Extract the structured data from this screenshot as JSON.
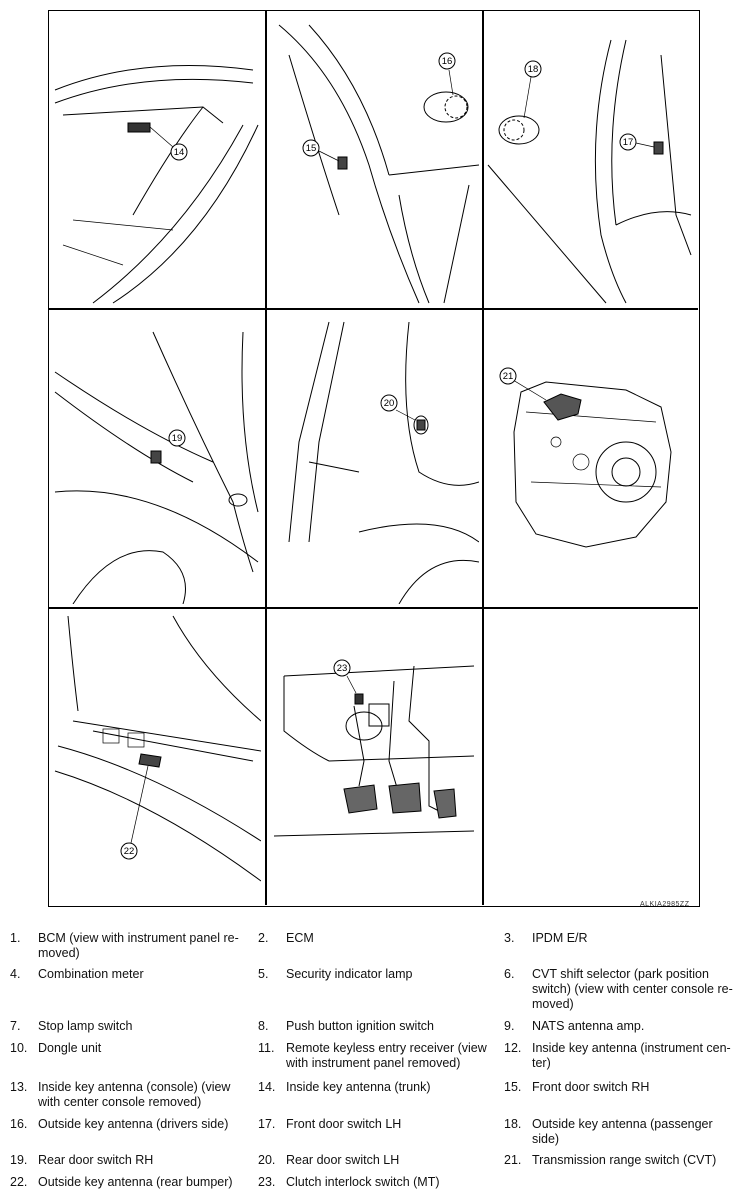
{
  "figure": {
    "code": "ALKIA2985ZZ",
    "callouts": {
      "c14": "14",
      "c15": "15",
      "c16": "16",
      "c17": "17",
      "c18": "18",
      "c19": "19",
      "c20": "20",
      "c21": "21",
      "c22": "22",
      "c23": "23"
    }
  },
  "legend": [
    {
      "num": "1.",
      "text": "BCM (view with instrument panel re-moved)"
    },
    {
      "num": "2.",
      "text": "ECM"
    },
    {
      "num": "3.",
      "text": "IPDM E/R"
    },
    {
      "num": "4.",
      "text": "Combination meter"
    },
    {
      "num": "5.",
      "text": "Security indicator lamp"
    },
    {
      "num": "6.",
      "text": "CVT shift selector (park position switch) (view with center console re-moved)"
    },
    {
      "num": "7.",
      "text": "Stop lamp switch"
    },
    {
      "num": "8.",
      "text": "Push button ignition switch"
    },
    {
      "num": "9.",
      "text": "NATS antenna amp."
    },
    {
      "num": "10.",
      "text": "Dongle unit"
    },
    {
      "num": "11.",
      "text": "Remote keyless entry receiver (view with instrument panel removed)"
    },
    {
      "num": "12.",
      "text": "Inside key antenna (instrument cen-ter)"
    },
    {
      "num": "13.",
      "text": "Inside key antenna (console) (view with center console removed)"
    },
    {
      "num": "14.",
      "text": "Inside key antenna (trunk)"
    },
    {
      "num": "15.",
      "text": "Front door switch RH"
    },
    {
      "num": "16.",
      "text": "Outside key antenna (drivers side)"
    },
    {
      "num": "17.",
      "text": "Front door switch LH"
    },
    {
      "num": "18.",
      "text": "Outside key antenna (passenger side)"
    },
    {
      "num": "19.",
      "text": "Rear door switch RH"
    },
    {
      "num": "20.",
      "text": "Rear door switch LH"
    },
    {
      "num": "21.",
      "text": "Transmission range switch (CVT)"
    },
    {
      "num": "22.",
      "text": "Outside key antenna (rear bumper)"
    },
    {
      "num": "23.",
      "text": "Clutch interlock switch (MT)"
    }
  ]
}
